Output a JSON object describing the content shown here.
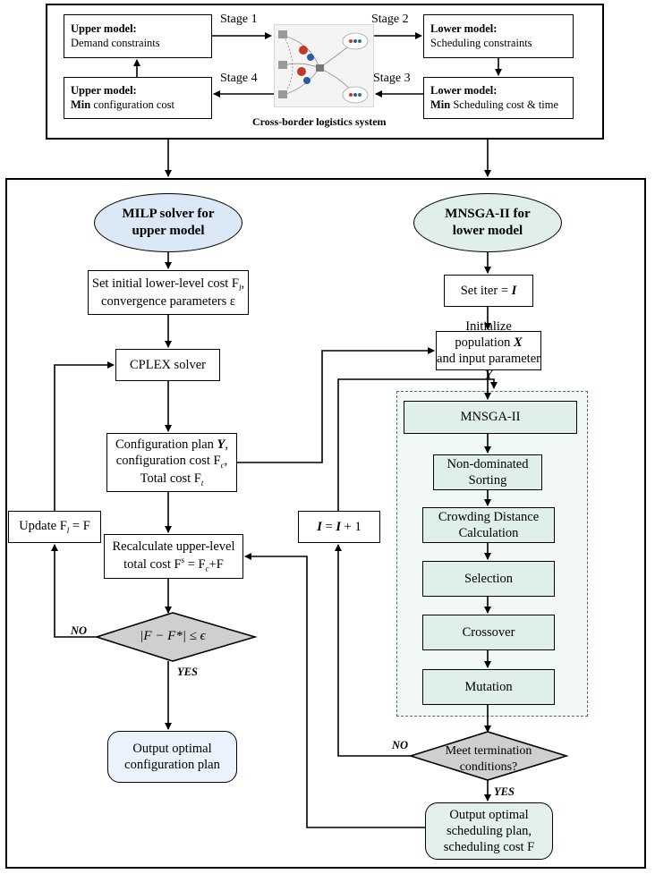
{
  "top": {
    "upper1_title": "Upper model:",
    "upper1_text": "Demand constraints",
    "upper2_title": "Upper model:",
    "upper2_bold": "Min",
    "upper2_text": " configuration cost",
    "lower1_title": "Lower model:",
    "lower1_text": "Scheduling  constraints",
    "lower2_title": "Lower model:",
    "lower2_bold": "Min",
    "lower2_text": " Scheduling cost & time",
    "stage1": "Stage 1",
    "stage2": "Stage 2",
    "stage3": "Stage 3",
    "stage4": "Stage 4",
    "system_label": "Cross-border logistics system"
  },
  "left": {
    "oval": [
      "MILP solver for",
      "upper model"
    ],
    "init": [
      "Set initial lower-level cost F",
      ",",
      "convergence parameters ε"
    ],
    "cplex": "CPLEX solver",
    "config": [
      "Configuration plan ",
      "Y",
      ",",
      "configuration cost F",
      ",",
      "Total cost F"
    ],
    "update": [
      "Update F",
      " = F"
    ],
    "recalc": [
      "Recalculate upper-level",
      "total cost F",
      " = F",
      "+F"
    ],
    "diamond": "|F  − F*| ≤ ϵ",
    "no": "NO",
    "yes": "YES",
    "output": [
      "Output optimal",
      "configuration plan"
    ]
  },
  "right": {
    "oval": [
      "MNSGA-II for",
      "lower model"
    ],
    "setiter": [
      "Set iter = ",
      "I"
    ],
    "initpop": [
      "Initialize population ",
      "X",
      "and input parameter ",
      "Y"
    ],
    "iter_update": [
      "I",
      " = ",
      "I",
      " + 1"
    ],
    "mnsga": "MNSGA-II",
    "steps": [
      "Non-dominated Sorting",
      "Crowding Distance Calculation",
      "Selection",
      "Crossover",
      "Mutation"
    ],
    "diamond": [
      "Meet termination",
      "conditions?"
    ],
    "no": "NO",
    "yes": "YES",
    "output": [
      "Output optimal",
      "scheduling plan,",
      "scheduling cost F"
    ]
  },
  "colors": {
    "diamond_fill": "#cfcfcf",
    "oval_fill": "#dbe8f5",
    "teal_fill": "#dff0ec"
  }
}
